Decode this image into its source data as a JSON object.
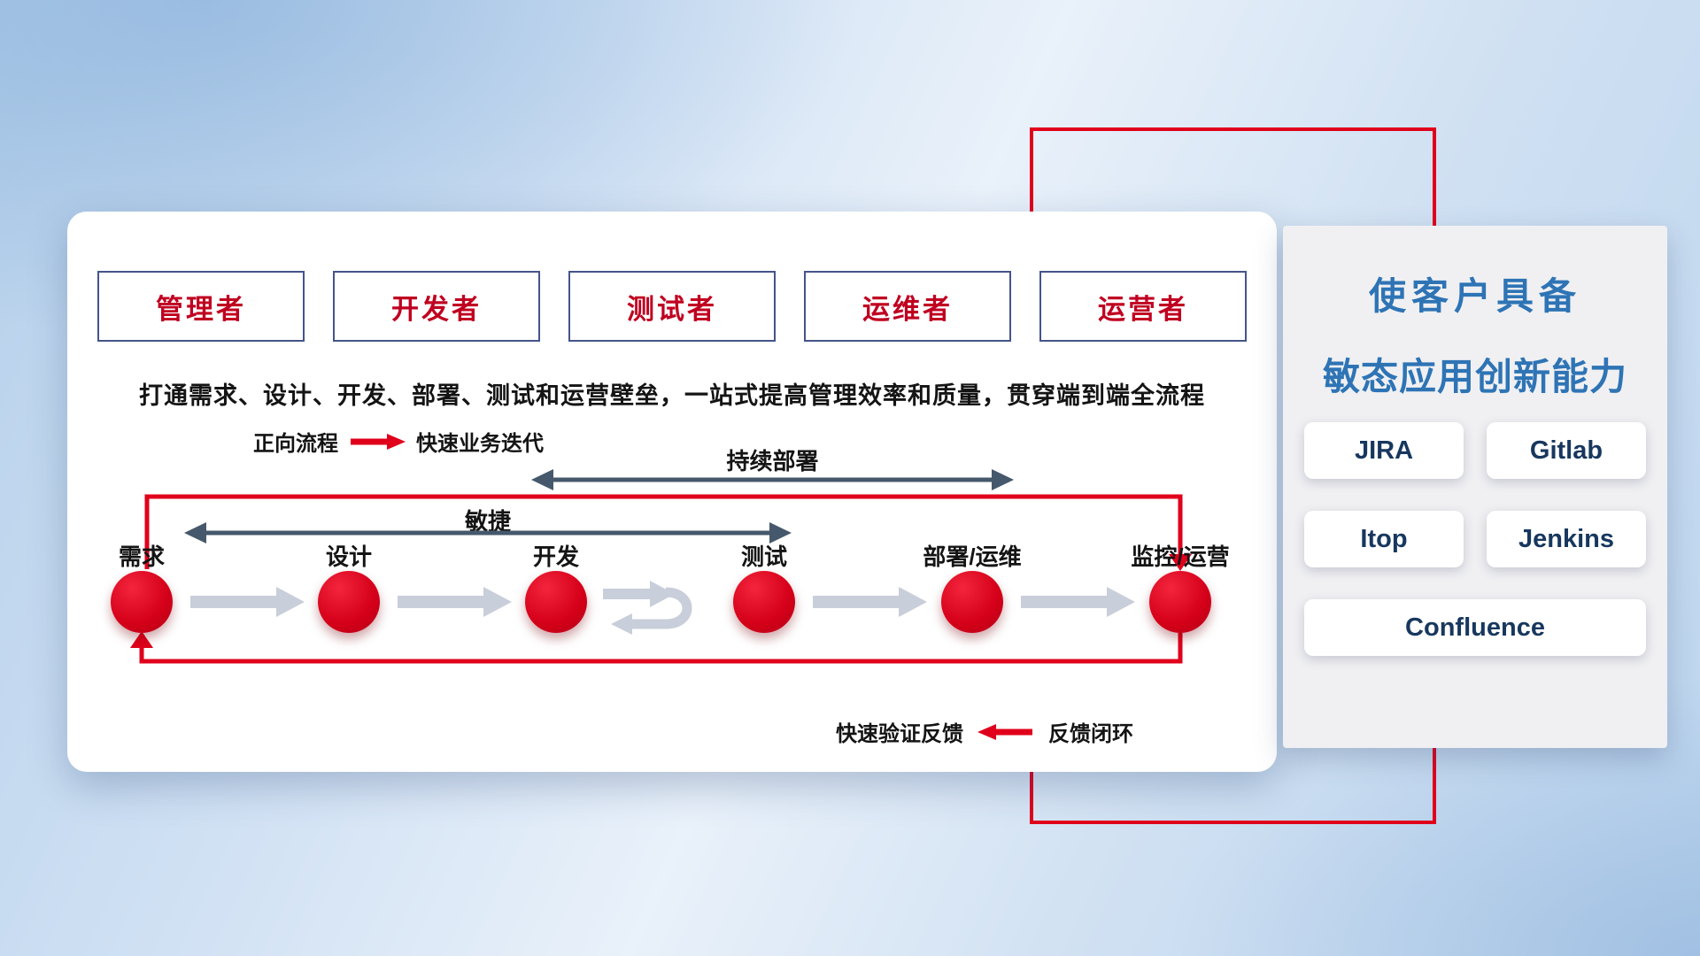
{
  "card": {
    "roles": [
      {
        "label": "管理者"
      },
      {
        "label": "开发者"
      },
      {
        "label": "测试者"
      },
      {
        "label": "运维者"
      },
      {
        "label": "运营者"
      }
    ],
    "description": "打通需求、设计、开发、部署、测试和运营壁垒，一站式提高管理效率和质量，贯穿端到端全流程",
    "legend_forward": {
      "label": "正向流程",
      "value": "快速业务迭代"
    },
    "flow": {
      "continuous_deploy_label": "持续部署",
      "agile_label": "敏捷",
      "stages": [
        {
          "label": "需求"
        },
        {
          "label": "设计"
        },
        {
          "label": "开发"
        },
        {
          "label": "测试"
        },
        {
          "label": "部署/运维"
        },
        {
          "label": "监控/运营"
        }
      ]
    },
    "legend_feedback": {
      "label": "快速验证反馈",
      "value": "反馈闭环"
    }
  },
  "panel": {
    "title_line1": "使客户具备",
    "title_line2": "敏态应用创新能力",
    "tools": [
      {
        "label": "JIRA"
      },
      {
        "label": "Gitlab"
      },
      {
        "label": "Itop"
      },
      {
        "label": "Jenkins"
      },
      {
        "label": "Confluence"
      }
    ]
  },
  "colors": {
    "accent_red": "#E0001B",
    "title_blue": "#2E74B5",
    "role_text_red": "#C00020",
    "flow_arrow_gray": "#C8CEDA",
    "span_arrow_dark": "#46586B"
  }
}
